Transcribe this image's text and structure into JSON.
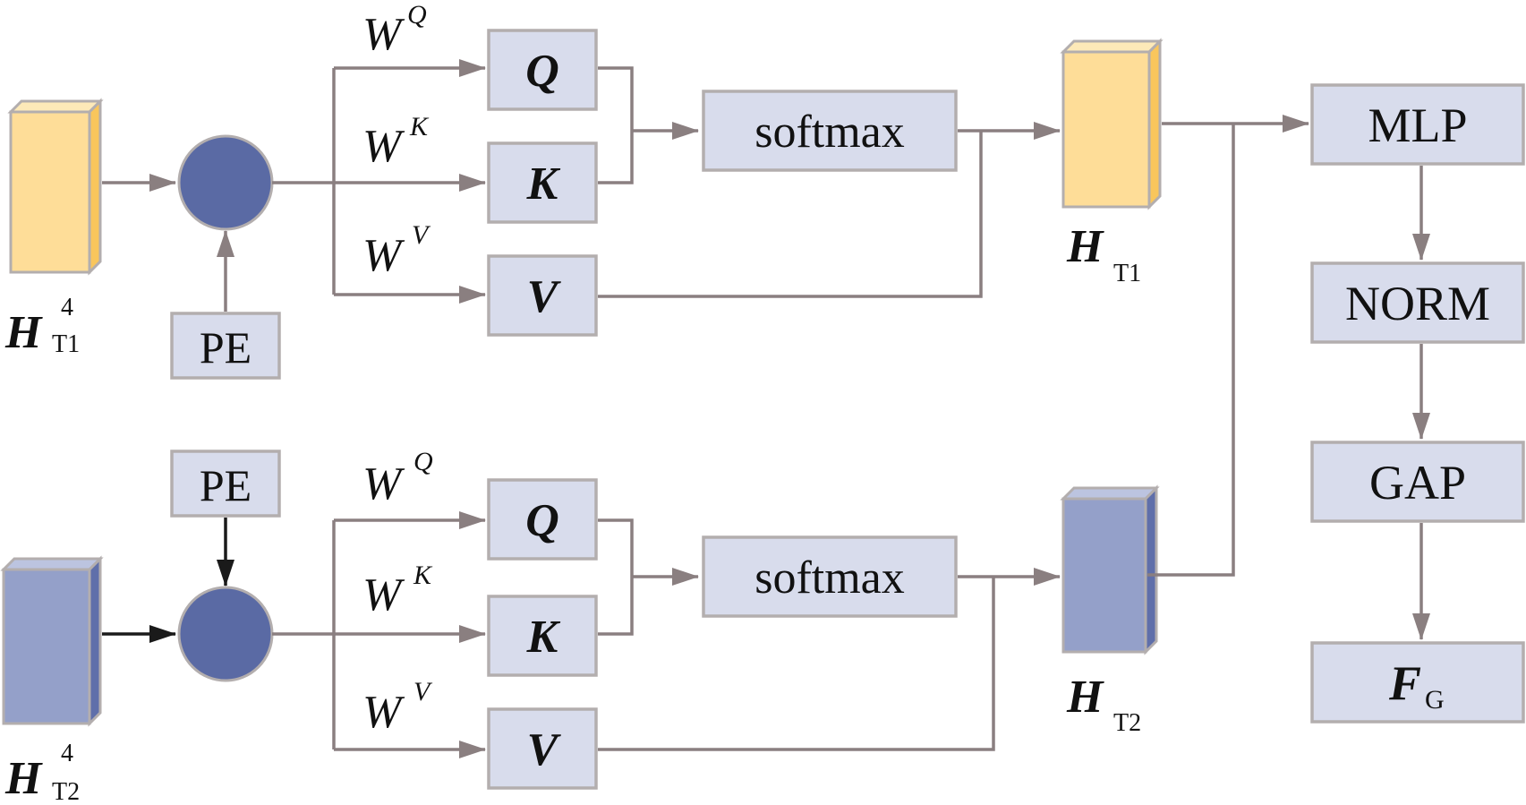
{
  "diagram": {
    "colors": {
      "box_fill": "#d8dcec",
      "box_stroke": "#b3aeae",
      "arrow": "#8a7f80",
      "arrow_dark": "#1a1a1a",
      "node": "#5a6aa4",
      "yellow_front": "#fedd98",
      "yellow_side": "#f9c65c",
      "blue_front": "#94a0c9",
      "blue_side": "#5f6faa"
    },
    "top": {
      "input_label": {
        "main": "H",
        "sub": "T1",
        "sup": "4"
      },
      "pe_label": "PE",
      "weights": [
        {
          "main": "W",
          "sup": "Q"
        },
        {
          "main": "W",
          "sup": "K"
        },
        {
          "main": "W",
          "sup": "V"
        }
      ],
      "q_label": "Q",
      "k_label": "K",
      "v_label": "V",
      "softmax_label": "softmax",
      "output_label": {
        "main": "H",
        "sub": "T1"
      }
    },
    "bottom": {
      "input_label": {
        "main": "H",
        "sub": "T2",
        "sup": "4"
      },
      "pe_label": "PE",
      "weights": [
        {
          "main": "W",
          "sup": "Q"
        },
        {
          "main": "W",
          "sup": "K"
        },
        {
          "main": "W",
          "sup": "V"
        }
      ],
      "q_label": "Q",
      "k_label": "K",
      "v_label": "V",
      "softmax_label": "softmax",
      "output_label": {
        "main": "H",
        "sub": "T2"
      }
    },
    "head": {
      "mlp_label": "MLP",
      "norm_label": "NORM",
      "gap_label": "GAP",
      "output_label": {
        "main": "F",
        "sub": "G"
      }
    }
  }
}
